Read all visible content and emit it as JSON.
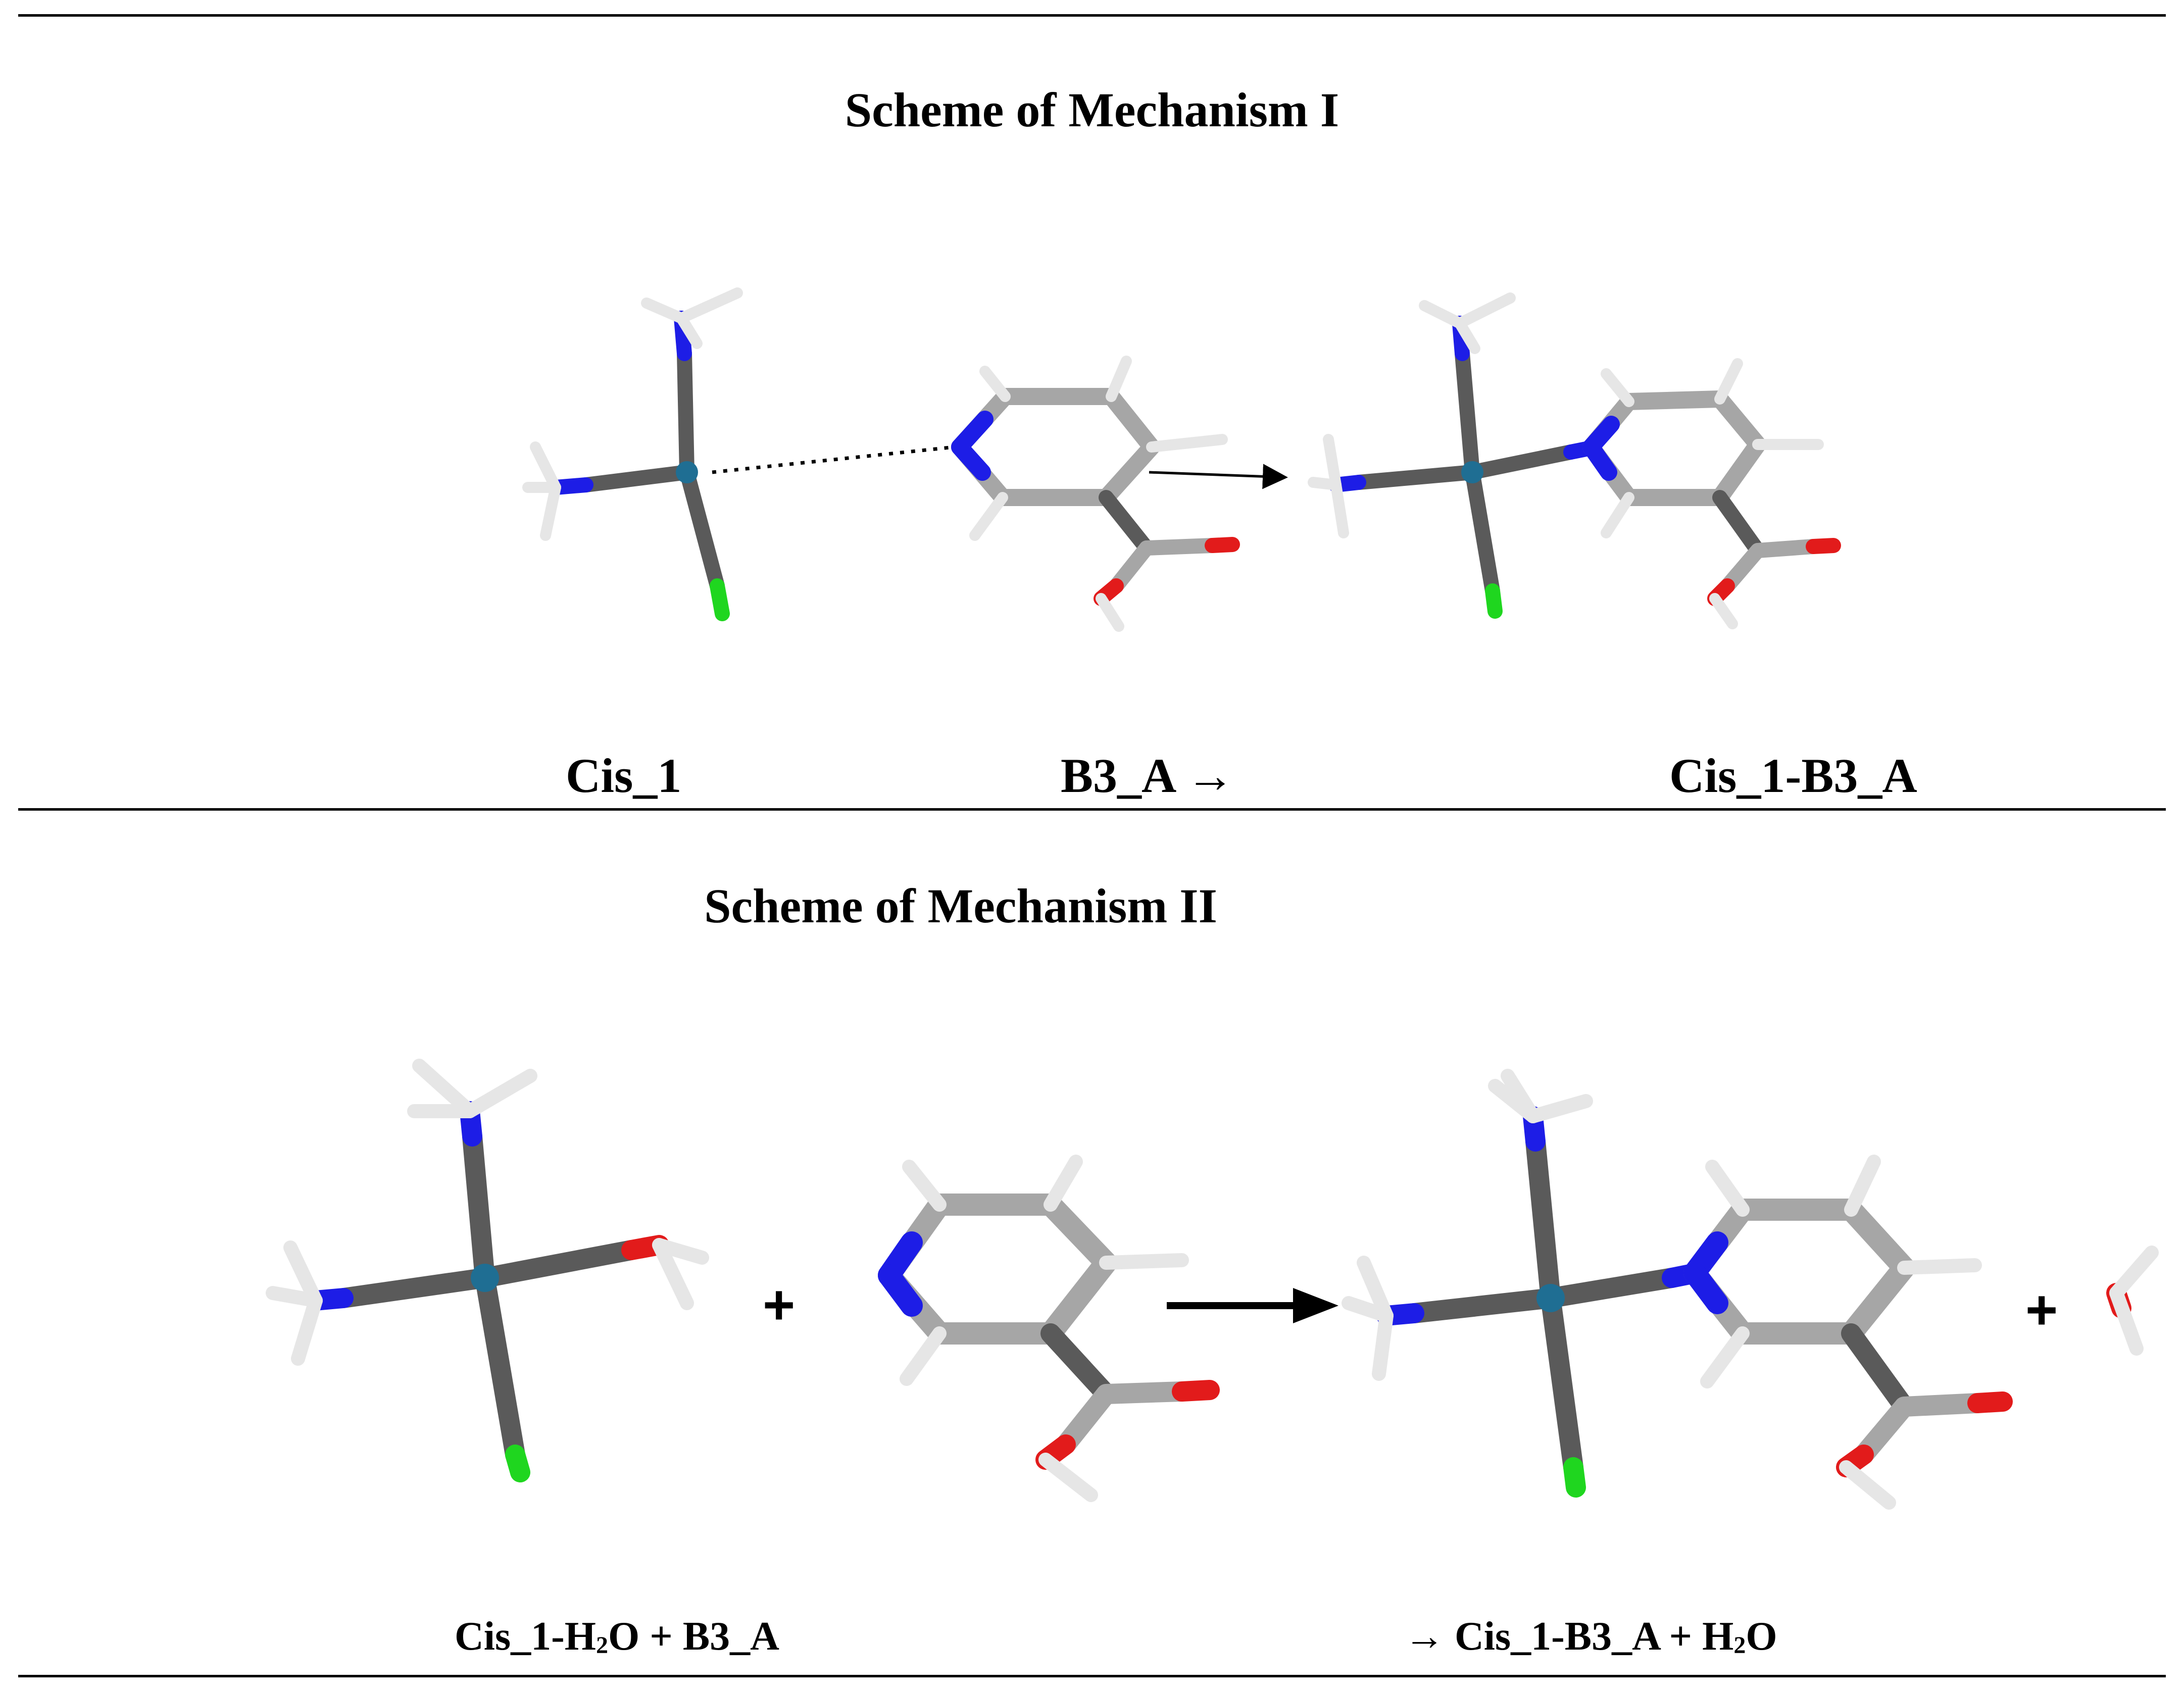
{
  "mechanism_1": {
    "title": "Scheme of Mechanism I",
    "labels": {
      "reactant_1": "Cis_1",
      "reactant_2": "B3_A →",
      "product": "Cis_1-B3_A"
    }
  },
  "mechanism_2": {
    "title": "Scheme of Mechanism II",
    "labels": {
      "reactants_prefix": "Cis_1-H",
      "reactants_sub": "2",
      "reactants_suffix": "O + B3_A",
      "products_prefix": "→ Cis_1-B3_A + H",
      "products_sub": "2",
      "products_suffix": "O"
    },
    "operators": [
      "+",
      "+"
    ]
  },
  "atom_colors": {
    "platinum": "#1f6e93",
    "nitrogen": "#1d1de6",
    "oxygen": "#e21b1b",
    "chlorine": "#1fd61f",
    "carbon": "#a6a6a6",
    "hydrogen": "#ffffff",
    "bond": "#5a5a5a"
  }
}
